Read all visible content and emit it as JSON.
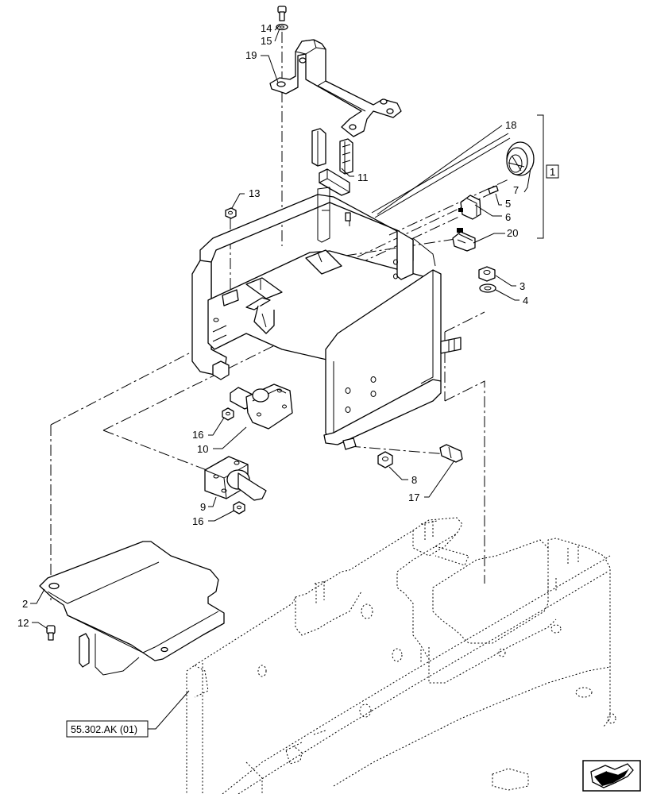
{
  "callouts": [
    {
      "id": "c14",
      "text": "14"
    },
    {
      "id": "c15",
      "text": "15"
    },
    {
      "id": "c19",
      "text": "19"
    },
    {
      "id": "c18",
      "text": "18"
    },
    {
      "id": "c11",
      "text": "11"
    },
    {
      "id": "c13",
      "text": "13"
    },
    {
      "id": "c7",
      "text": "7"
    },
    {
      "id": "c5",
      "text": "5"
    },
    {
      "id": "c6",
      "text": "6"
    },
    {
      "id": "c20",
      "text": "20"
    },
    {
      "id": "c3",
      "text": "3"
    },
    {
      "id": "c4",
      "text": "4"
    },
    {
      "id": "c16a",
      "text": "16"
    },
    {
      "id": "c10",
      "text": "10"
    },
    {
      "id": "c9",
      "text": "9"
    },
    {
      "id": "c16b",
      "text": "16"
    },
    {
      "id": "c8",
      "text": "8"
    },
    {
      "id": "c17",
      "text": "17"
    },
    {
      "id": "c2",
      "text": "2"
    },
    {
      "id": "c12",
      "text": "12"
    }
  ],
  "kit_label": "1",
  "reference_label": "55.302.AK (01)",
  "nav_icon": "next-page-arrow-icon"
}
